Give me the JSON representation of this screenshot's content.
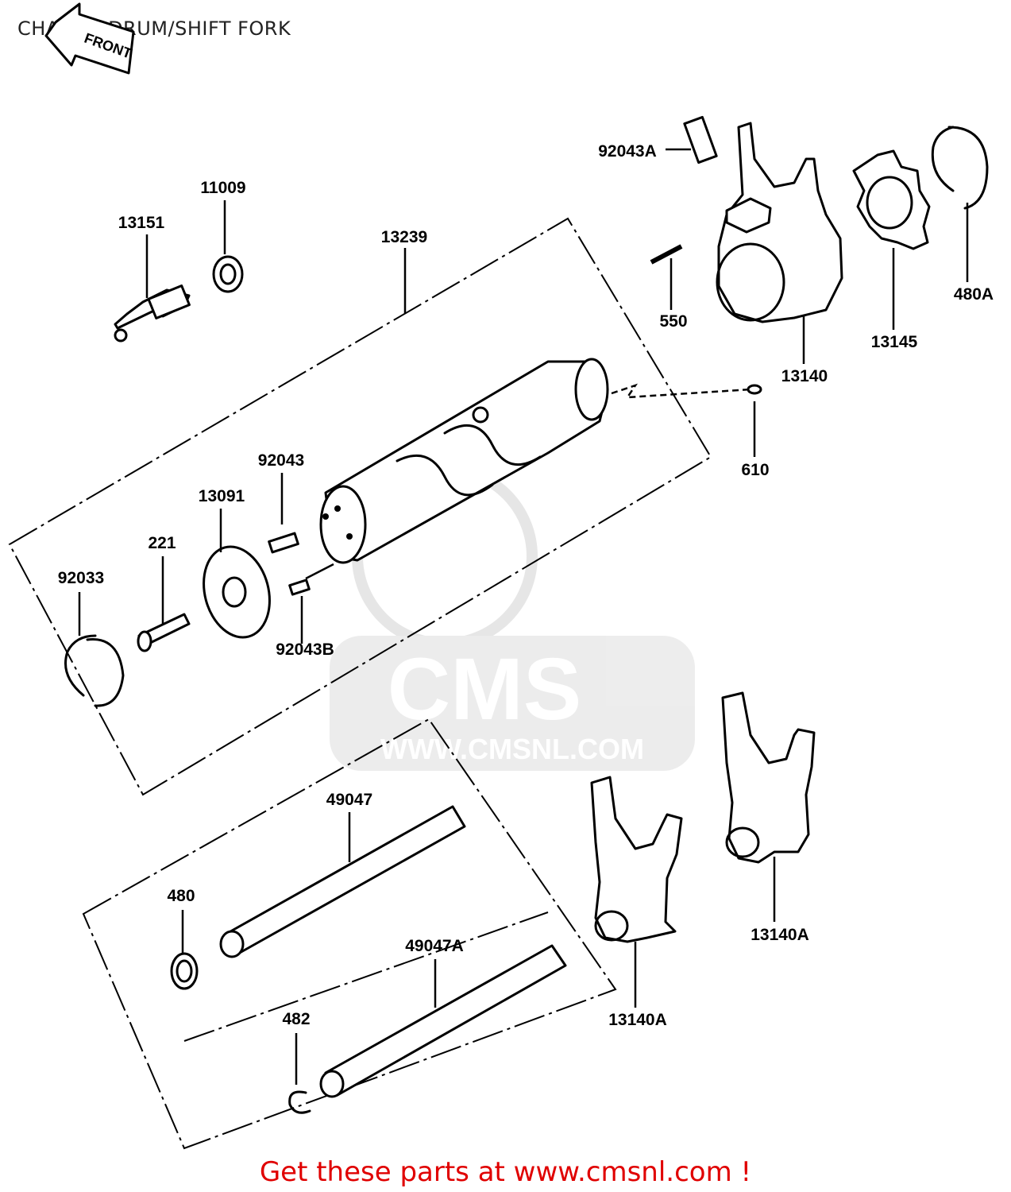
{
  "title": "CHANGE DRUM/SHIFT FORK",
  "footer": "Get these parts at www.cmsnl.com !",
  "front_arrow": "FRONT",
  "watermark": {
    "brand": "CMS",
    "url": "WWW.CMSNL.COM"
  },
  "parts": {
    "p13151": "13151",
    "p11009": "11009",
    "p13239": "13239",
    "p92043A": "92043A",
    "p550": "550",
    "p13140": "13140",
    "p13145": "13145",
    "p480A": "480A",
    "p610": "610",
    "p92043": "92043",
    "p13091": "13091",
    "p221": "221",
    "p92033": "92033",
    "p92043B": "92043B",
    "p49047": "49047",
    "p480": "480",
    "p49047A": "49047A",
    "p482": "482",
    "p13140A_1": "13140A",
    "p13140A_2": "13140A"
  }
}
